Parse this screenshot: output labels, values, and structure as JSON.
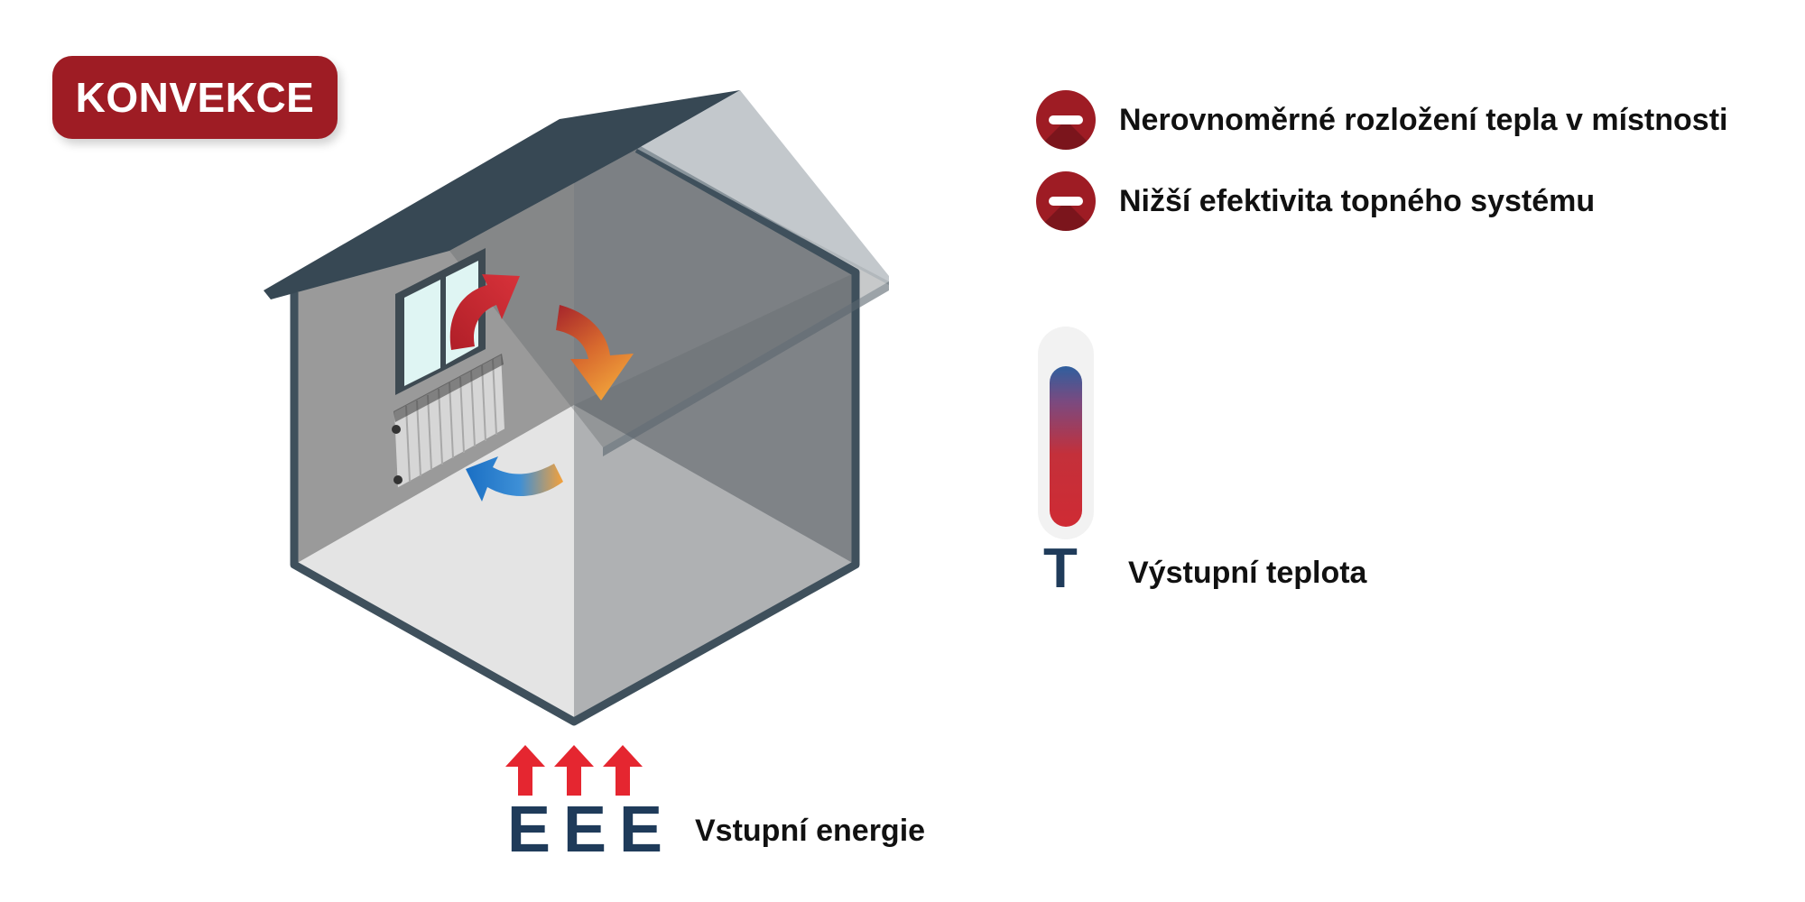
{
  "badge": {
    "label": "KONVEKCE"
  },
  "cons": [
    {
      "text": "Nerovnoměrné rozložení tepla v místnosti"
    },
    {
      "text": "Nižší efektivita topného systému"
    }
  ],
  "output": {
    "symbol": "T",
    "label": "Výstupní teplota"
  },
  "input": {
    "symbol": "EEE",
    "label": "Vstupní energie"
  },
  "colors": {
    "brand_red": "#9e1c24",
    "navy": "#1f3b5a",
    "arrow_red": "#e52630",
    "wall_dark": "#3a4a55"
  }
}
